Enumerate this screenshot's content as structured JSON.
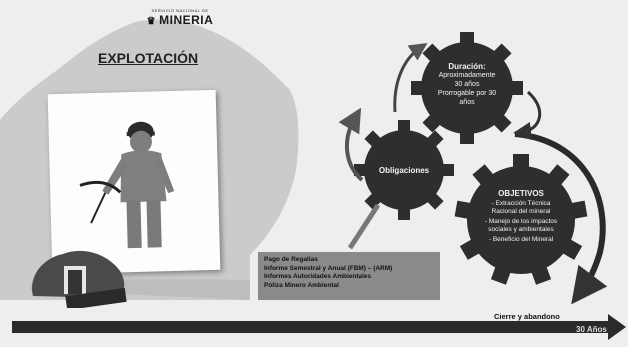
{
  "logo": {
    "small_text": "SERVICIO NACIONAL DE",
    "main_text": "MINERIA",
    "icon": "crown-icon"
  },
  "title": "EXPLOTACIÓN",
  "duration_gear": {
    "title": "Duración:",
    "line1": "Aproximadamente",
    "line2": "30 años",
    "line3": "Prorrogable por 30",
    "line4": "años"
  },
  "obligations_gear": {
    "title": "Obligaciones"
  },
  "objectives_gear": {
    "title": "OBJETIVOS",
    "items": [
      "- Extracción Técnica",
      "Racional del mineral",
      "- Manejo de los impactos",
      "sociales y ambientales",
      "- Beneficio del Mineral"
    ]
  },
  "obligations_box": {
    "items": [
      "Pago de Regalías",
      "Informe Semestral y Anual (FBM) – (ARM)",
      "Informes Autoridades Ambientales",
      "Póliza Minero Ambiental"
    ]
  },
  "closure_label": "Cierre y abandono",
  "timeline_label": "30 Años",
  "colors": {
    "gear": "#2e2e2e",
    "mountain": "#c8c8c8",
    "timeline": "#2a2a2a",
    "text_box": "#8a8a88"
  }
}
